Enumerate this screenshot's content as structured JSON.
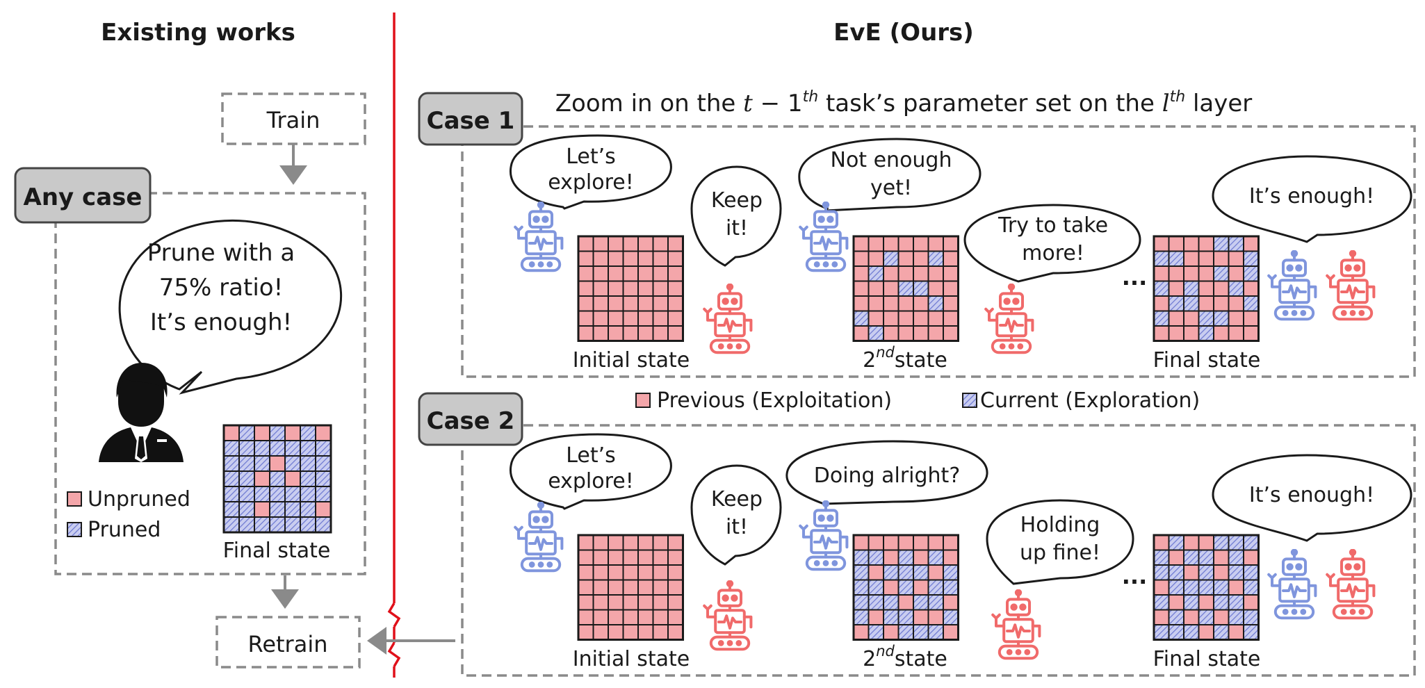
{
  "colors": {
    "unpruned_fill": "#f4a6aa",
    "pruned_fill": "#c9cdf0",
    "pruned_hatch": "#6b77d1",
    "divider": "#e0101a",
    "robot_blue": "#7f95dd",
    "robot_red": "#f06a6a",
    "gray_arrow": "#8a8a8a"
  },
  "left": {
    "header": "Existing works",
    "train_label": "Train",
    "any_case_label": "Any case",
    "speech_lines": [
      "Prune with a",
      "75% ratio!",
      "It’s enough!"
    ],
    "legend_unpruned": "Unpruned",
    "legend_pruned": "Pruned",
    "final_state_label": "Final state",
    "retrain_label": "Retrain",
    "person_icon": "businessman-icon",
    "final_grid": [
      "1010101",
      "0000000",
      "0001000",
      "0010100",
      "0000000",
      "0010001",
      "0000000"
    ]
  },
  "right": {
    "header": "EvE (Ours)",
    "zoom_caption": {
      "pre": "Zoom in on the ",
      "t": "t",
      "minus": " − 1",
      "sup_th": "th",
      "mid": " task’s parameter set on the ",
      "l": "l",
      "sup_th2": "th",
      "post": " layer"
    },
    "legend_previous": "Previous (Exploitation)",
    "legend_current": "Current (Exploration)",
    "ellipsis": "...",
    "case1": {
      "label": "Case 1",
      "bubble_explore": [
        "Let’s",
        "explore!"
      ],
      "bubble_keep": [
        "Keep",
        "it!"
      ],
      "bubble_mid_top": [
        "Not enough",
        "yet!"
      ],
      "bubble_mid_low": [
        "Try to take",
        "more!"
      ],
      "bubble_enough": "It’s enough!",
      "label_initial": "Initial state",
      "label_second_sup": "nd",
      "label_second_pre": "2",
      "label_second_post": "state",
      "label_final": "Final state",
      "grid_initial": [
        "1111111",
        "1111111",
        "1111111",
        "1111111",
        "1111111",
        "1111111",
        "1111111"
      ],
      "grid_second": [
        "1111111",
        "1101101",
        "1011111",
        "1110011",
        "1111101",
        "0111111",
        "1011111"
      ],
      "grid_final": [
        "1111001",
        "0011110",
        "1111010",
        "0101101",
        "1001110",
        "0110011",
        "1110111"
      ]
    },
    "case2": {
      "label": "Case 2",
      "bubble_explore": [
        "Let’s",
        "explore!"
      ],
      "bubble_keep": [
        "Keep",
        "it!"
      ],
      "bubble_mid_top": "Doing alright?",
      "bubble_mid_low": [
        "Holding",
        "up fine!"
      ],
      "bubble_enough": "It’s enough!",
      "label_initial": "Initial state",
      "label_second_sup": "nd",
      "label_second_pre": "2",
      "label_second_post": "state",
      "label_final": "Final state",
      "grid_initial": [
        "1111111",
        "1111111",
        "1111111",
        "1111111",
        "1111111",
        "1111111",
        "1111111"
      ],
      "grid_second": [
        "1111111",
        "0010101",
        "0100010",
        "0010100",
        "0001001",
        "0100110",
        "1010001"
      ],
      "grid_final": [
        "1011000",
        "0100101",
        "0010100",
        "1000010",
        "0101001",
        "1010100",
        "0001010"
      ]
    }
  }
}
